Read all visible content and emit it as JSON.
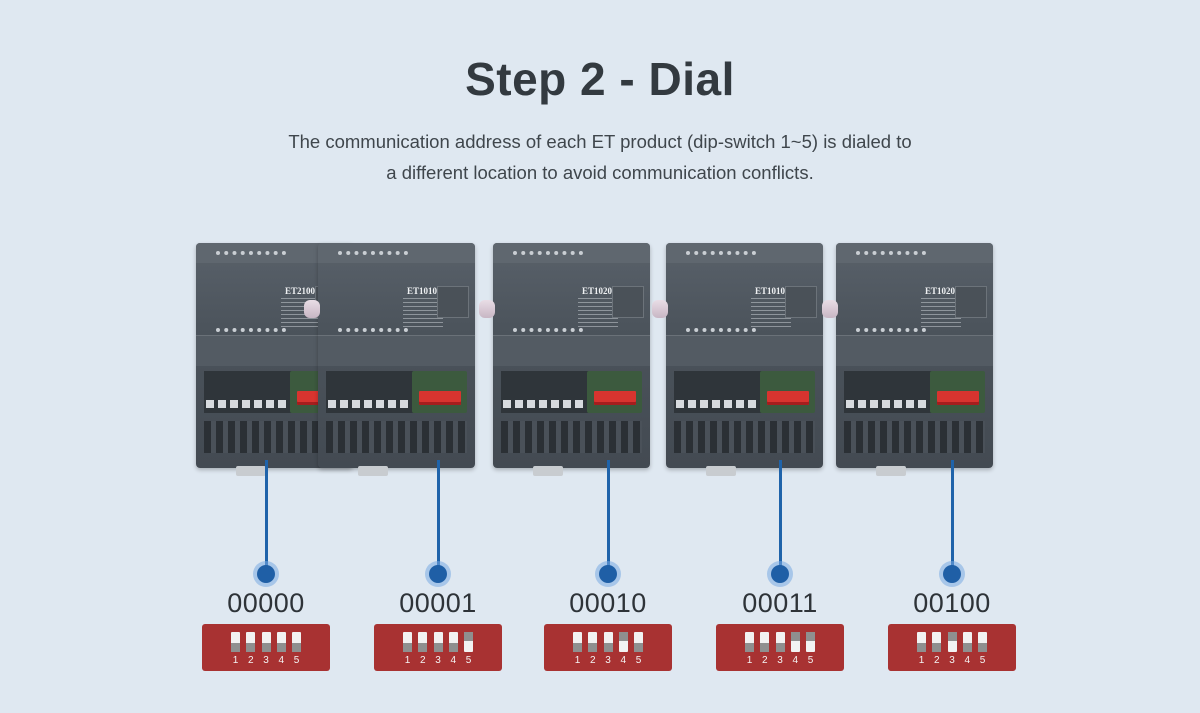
{
  "header": {
    "title": "Step 2 - Dial",
    "subtitle_line1": "The communication address of each ET product (dip-switch 1~5) is dialed to",
    "subtitle_line2": "a different location to avoid communication conflicts."
  },
  "modules": [
    {
      "model": "ET2100",
      "address": "00000",
      "bits": [
        0,
        0,
        0,
        0,
        0
      ]
    },
    {
      "model": "ET1010",
      "address": "00001",
      "bits": [
        0,
        0,
        0,
        0,
        1
      ]
    },
    {
      "model": "ET1020",
      "address": "00010",
      "bits": [
        0,
        0,
        0,
        1,
        0
      ]
    },
    {
      "model": "ET1010",
      "address": "00011",
      "bits": [
        0,
        0,
        0,
        1,
        1
      ]
    },
    {
      "model": "ET1020",
      "address": "00100",
      "bits": [
        0,
        0,
        1,
        0,
        0
      ]
    }
  ],
  "switch_numbers": [
    "1",
    "2",
    "3",
    "4",
    "5"
  ],
  "colors": {
    "background": "#dfe8f1",
    "leader_line": "#1f63aa",
    "switch_body": "#a83232"
  }
}
